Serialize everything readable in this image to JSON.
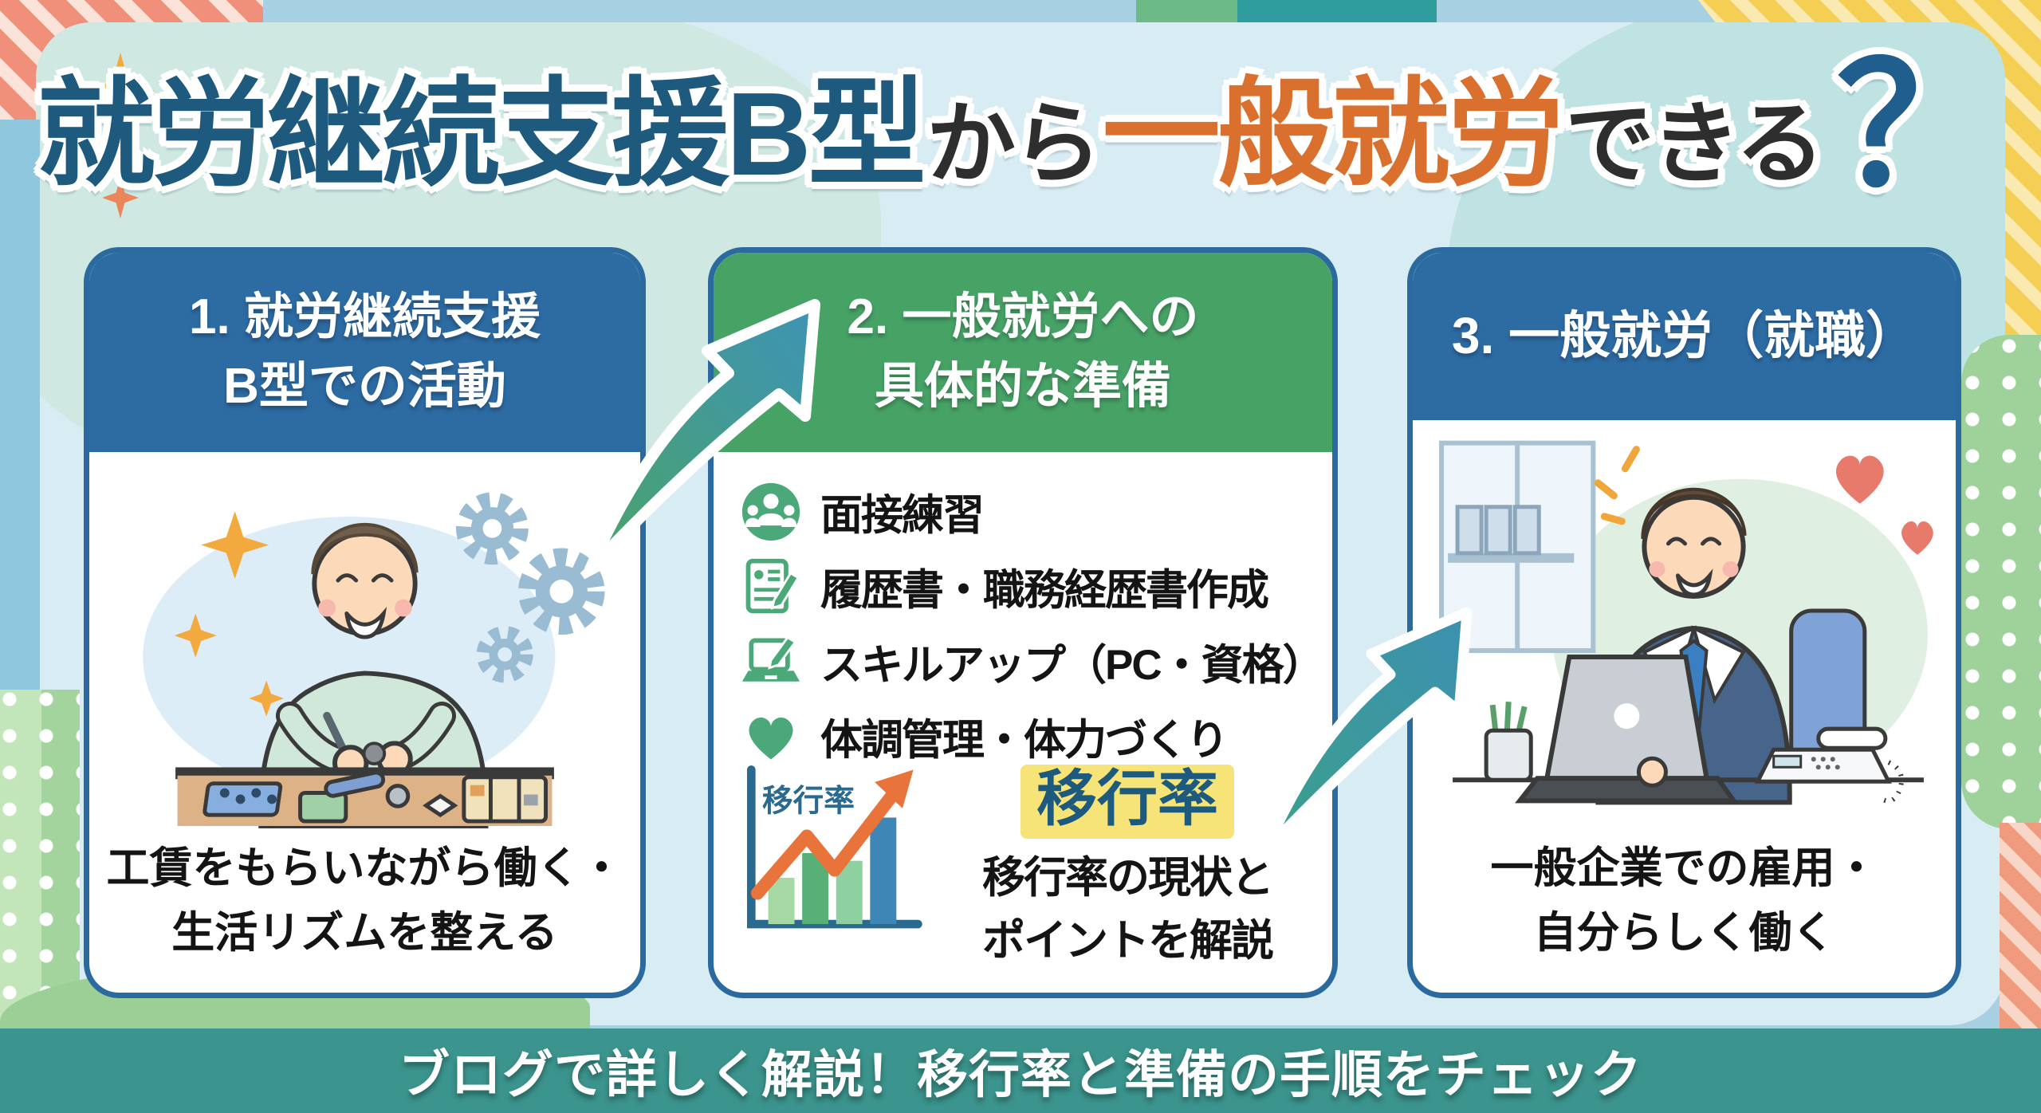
{
  "title": {
    "segment_support": "就労継続支援B型",
    "segment_kara": "から",
    "segment_general": "一般就労",
    "segment_dekiru": "できる",
    "question_mark": "？"
  },
  "cards": {
    "card1": {
      "header_line1": "1. 就労継続支援",
      "header_line2": "B型での活動",
      "caption_line1": "工賃をもらいながら働く・",
      "caption_line2": "生活リズムを整える"
    },
    "card2": {
      "header_line1": "2. 一般就労への",
      "header_line2": "具体的な準備",
      "items": [
        {
          "label": "面接練習",
          "icon": "interview-icon"
        },
        {
          "label": "履歴書・職務経歴書作成",
          "icon": "resume-icon"
        },
        {
          "label": "スキルアップ（PC・資格）",
          "icon": "skillup-icon"
        },
        {
          "label": "体調管理・体力づくり",
          "icon": "health-heart-icon"
        }
      ],
      "transition": {
        "chart_axis_label": "移行率",
        "keyword": "移行率",
        "desc_line1": "移行率の現状と",
        "desc_line2": "ポイントを解説"
      }
    },
    "card3": {
      "header": "3. 一般就労（就職）",
      "caption_line1": "一般企業での雇用・",
      "caption_line2": "自分らしく働く"
    }
  },
  "footer": {
    "banner_text": "ブログで詳しく解説！移行率と準備の手順をチェック"
  },
  "colors": {
    "card_header_blue": "#2d6ba3",
    "card_header_green": "#47a266",
    "card_border_blue": "#2a6a9e",
    "footer_teal": "#3b948d",
    "title_navy": "#1d5a7d",
    "title_orange": "#d9702e",
    "highlight_yellow": "#f7e478",
    "arrow_teal": "#3e93b5",
    "arrow_green": "#4aa469"
  },
  "chart_data": {
    "type": "bar",
    "title": "移行率",
    "categories": [
      "bar1",
      "bar2",
      "bar3",
      "bar4"
    ],
    "values": [
      60,
      95,
      85,
      140
    ],
    "ylabel": "",
    "legend": null,
    "style": "decorative mini bar chart with orange upward trend arrow, no axis tick labels shown"
  }
}
